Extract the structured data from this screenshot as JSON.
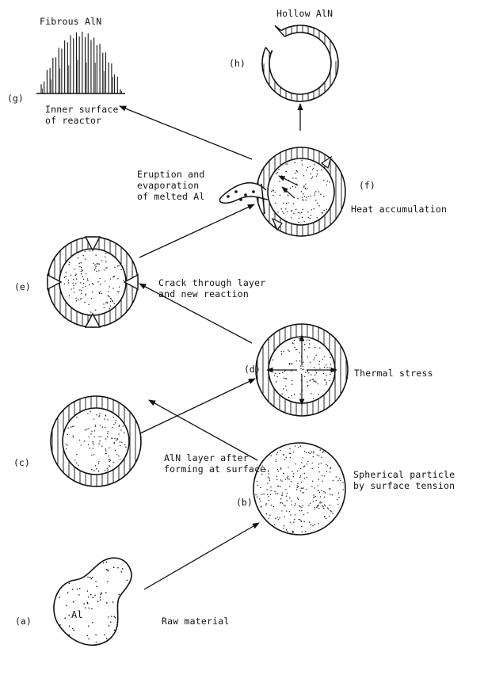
{
  "steps": {
    "a": {
      "letter": "(a)",
      "caption": "Raw material",
      "inner": "Al"
    },
    "b": {
      "letter": "(b)",
      "caption": "Spherical particle\nby surface tension"
    },
    "c": {
      "letter": "(c)",
      "caption": "AlN layer after\nforming at surface"
    },
    "d": {
      "letter": "(d)",
      "caption": "Thermal stress"
    },
    "e": {
      "letter": "(e)",
      "caption": "Crack through layer\nand new reaction"
    },
    "f": {
      "letter": "(f)",
      "caption": "Heat accumulation",
      "eruption": "Eruption and\nevaporation\nof melted Al"
    },
    "g": {
      "letter": "(g)",
      "title": "Fibrous AlN",
      "caption": "Inner surface\nof reactor"
    },
    "h": {
      "letter": "(h)",
      "title": "Hollow AlN"
    }
  },
  "colors": {
    "ink": "#111111",
    "paper": "#ffffff"
  }
}
